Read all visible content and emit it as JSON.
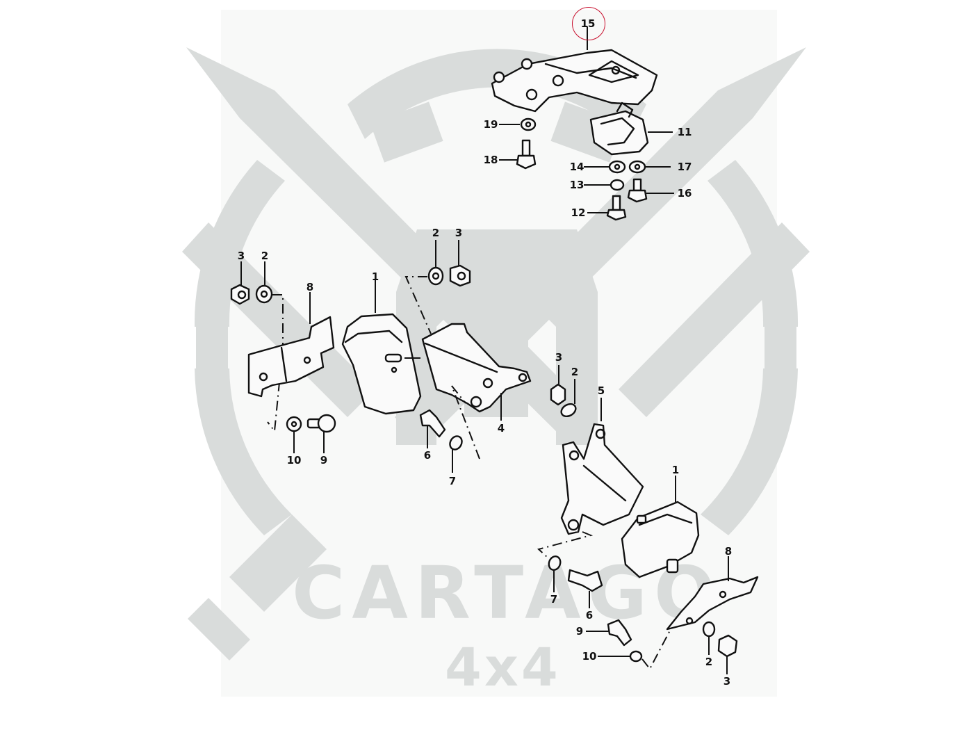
{
  "diagram": {
    "type": "exploded parts diagram",
    "subject": "engine / transmission mounting assembly",
    "highlighted_part": "15",
    "highlight_color": "#c8102e",
    "line_color": "#111111",
    "background_color": "#f8f9f8"
  },
  "watermark": {
    "brand": "CARTAGO",
    "sub": "4x4",
    "color": "#d9dcdb"
  },
  "callouts": {
    "top": {
      "p15": "15",
      "p11": "11",
      "p19": "19",
      "p18": "18",
      "p14": "14",
      "p17": "17",
      "p13": "13",
      "p16": "16",
      "p12": "12"
    },
    "left": {
      "p3": "3",
      "p2": "2",
      "p8": "8",
      "p1": "1",
      "p10": "10",
      "p9": "9"
    },
    "center": {
      "p2": "2",
      "p3": "3",
      "p4": "4",
      "p6": "6",
      "p7": "7"
    },
    "right": {
      "p3": "3",
      "p2": "2",
      "p5": "5",
      "p1": "1",
      "p7": "7",
      "p6": "6",
      "p8": "8",
      "p9": "9",
      "p10": "10",
      "p2b": "2",
      "p3b": "3"
    }
  }
}
